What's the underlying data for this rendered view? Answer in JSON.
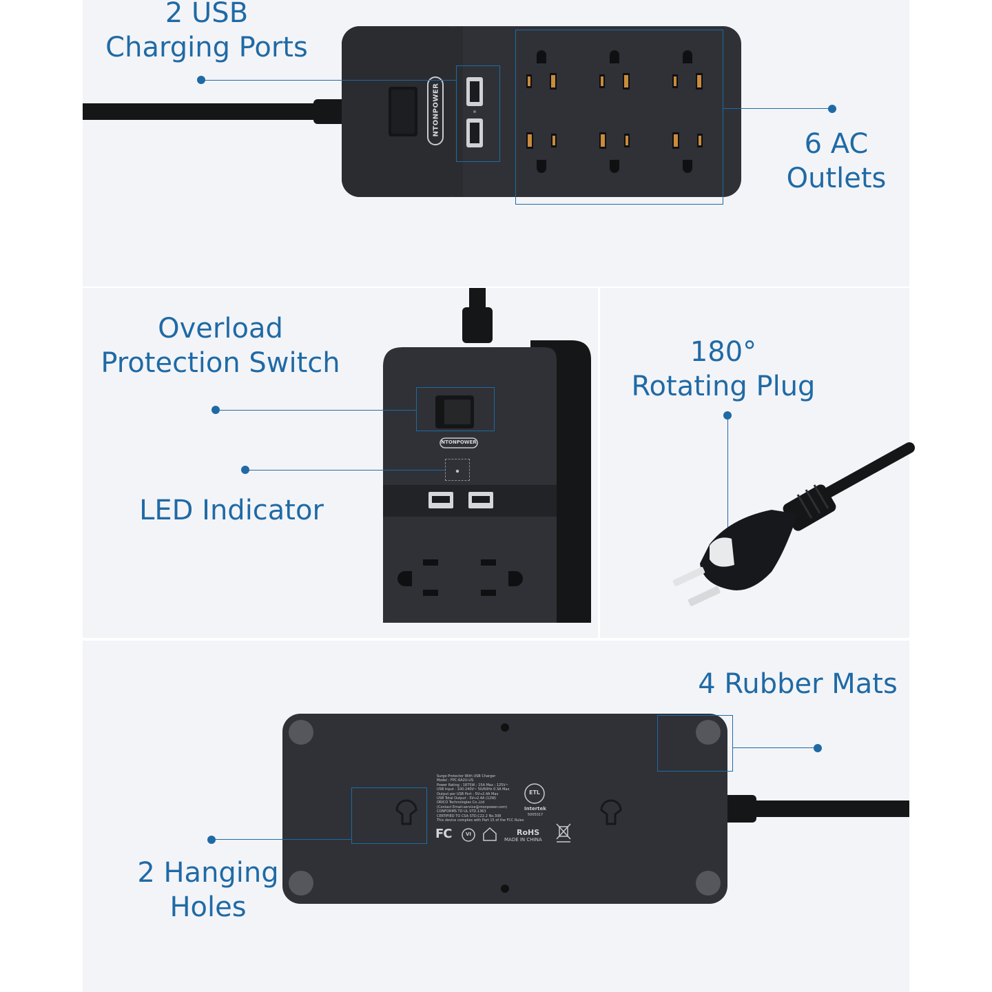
{
  "labels": {
    "usb_line1": "2 USB",
    "usb_line2": "Charging Ports",
    "ac_line1": "6 AC",
    "ac_line2": "Outlets",
    "overload_line1": "Overload",
    "overload_line2": "Protection Switch",
    "led": "LED Indicator",
    "rotating_line1": "180°",
    "rotating_line2": "Rotating Plug",
    "rubber_mats": "4 Rubber Mats",
    "hanging_line1": "2 Hanging",
    "hanging_line2": "Holes"
  },
  "product": {
    "brand": "NTONPOWER",
    "brand_rotated": "NTONPOWER",
    "spec_lines": [
      "Surge Protector With USB Charger",
      "Model : FPC-6A2U-US",
      "Power Rating : 1875W ; 15A Max ; 125V~",
      "USB Input : 100-240V~ 50/60Hz 0.3A Max",
      "Output per USB Port : 5V⎓2.4A Max",
      "USB Total Output : 5V⎓2.4A (12W)",
      "ORICO Technologies Co.,Ltd",
      "(Contact Email:service@ntonpower.com)",
      "CONFORMS TO UL STD.1363",
      "CERTIFIED TO CSA STD.C22.2 No.308",
      "This device complies with Part 15 of the FCC Rules"
    ],
    "cert_etl": "ETL",
    "cert_intertek": "Intertek",
    "cert_number": "5005017",
    "cert_rohs": "RoHS",
    "made_in": "MADE IN CHINA",
    "fcc": "FC",
    "class6": "VI"
  },
  "colors": {
    "accent": "#1f6aa5",
    "panel": "#f3f4f8",
    "device": "#2f3136",
    "device_dark": "#1c1d20",
    "brass": "#c98b3c"
  }
}
